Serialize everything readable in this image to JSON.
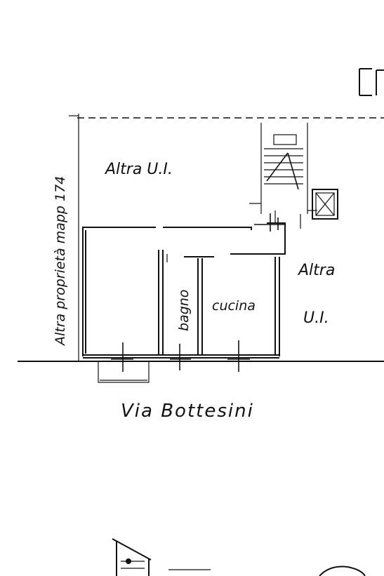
{
  "page_marker": "I",
  "labels": {
    "upper_unit": "Altra U.I.",
    "right_unit_line1": "Altra",
    "right_unit_line2": "U.I.",
    "left_property": "Altra proprietà mapp 174",
    "bathroom": "bagno",
    "kitchen": "cucina",
    "street": "Via Bottesini"
  },
  "colors": {
    "ink": "#111111",
    "paper": "#ffffff"
  }
}
